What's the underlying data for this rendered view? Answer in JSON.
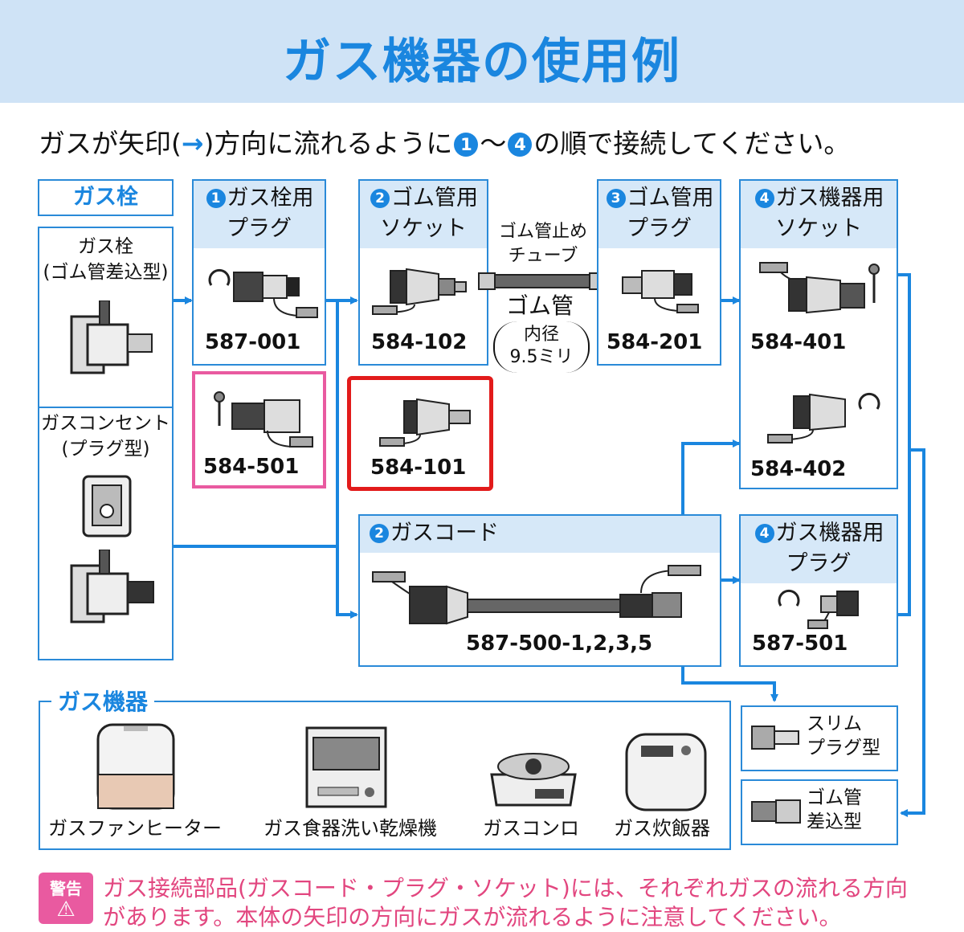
{
  "title": "ガス機器の使用例",
  "instruction": {
    "pre": "ガスが矢印(",
    "arrow": "→",
    "mid": ")方向に流れるように",
    "n1": "1",
    "tilde": "～",
    "n4": "4",
    "post": "の順で接続してください。"
  },
  "gas_valve": {
    "header": "ガス栓",
    "item1_line1": "ガス栓",
    "item1_line2": "(ゴム管差込型)",
    "item2_line1": "ガスコンセント",
    "item2_line2": "(プラグ型)"
  },
  "col1": {
    "num": "1",
    "line1": "ガス栓用",
    "line2": "プラグ",
    "code1": "587-001",
    "code2": "584-501"
  },
  "col2": {
    "num": "2",
    "line1": "ゴム管用",
    "line2": "ソケット",
    "code1": "584-102",
    "code2": "584-101"
  },
  "hose": {
    "stopper_line1": "ゴム管止め",
    "stopper_line2": "チューブ",
    "label": "ゴム管",
    "diam_line1": "内径",
    "diam_line2": "9.5ミリ"
  },
  "col3": {
    "num": "3",
    "line1": "ゴム管用",
    "line2": "プラグ",
    "code1": "584-201"
  },
  "col4": {
    "num": "4",
    "line1": "ガス機器用",
    "line2": "ソケット",
    "code1": "584-401",
    "code2": "584-402"
  },
  "gascord": {
    "num": "2",
    "label": "ガスコード",
    "code": "587-500-1,2,3,5"
  },
  "plug4": {
    "num": "4",
    "line1": "ガス機器用",
    "line2": "プラグ",
    "code": "587-501"
  },
  "appliances": {
    "header": "ガス機器",
    "items": [
      "ガスファンヒーター",
      "ガス食器洗い乾燥機",
      "ガスコンロ",
      "ガス炊飯器"
    ]
  },
  "connectors": {
    "slim_line1": "スリム",
    "slim_line2": "プラグ型",
    "rubber_line1": "ゴム管",
    "rubber_line2": "差込型"
  },
  "warning": {
    "badge": "警告",
    "symbol": "⚠",
    "line1": "ガス接続部品(ガスコード・プラグ・ソケット)には、それぞれガスの流れる方向",
    "line2": "があります。本体の矢印の方向にガスが流れるように注意してください。"
  },
  "colors": {
    "accent": "#1a86df",
    "pink": "#e95aa0",
    "red": "#e21b1b",
    "header_bg": "#d6e8f8"
  }
}
